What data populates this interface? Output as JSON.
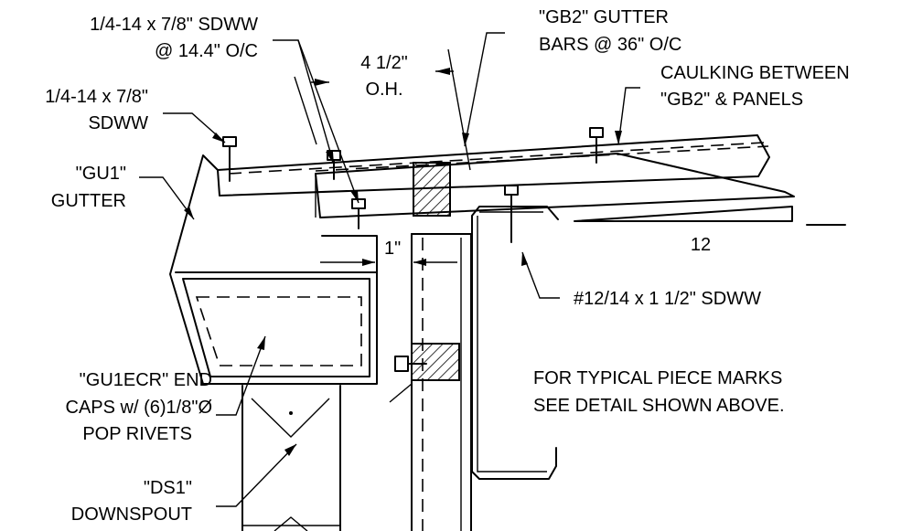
{
  "labels": {
    "sdww_spacing_1": "1/4-14 x 7/8\" SDWW",
    "sdww_spacing_2": "@ 14.4\" O/C",
    "overhang_1": "4 1/2\"",
    "overhang_2": "O.H.",
    "gutter_bars_1": "\"GB2\" GUTTER",
    "gutter_bars_2": "BARS @ 36\" O/C",
    "caulking_1": "CAULKING BETWEEN",
    "caulking_2": "\"GB2\" & PANELS",
    "sdww_1": "1/4-14 x 7/8\"",
    "sdww_2": "SDWW",
    "gutter_1": "\"GU1\"",
    "gutter_2": "GUTTER",
    "pitch": "12",
    "clearance": "1\"",
    "sdww_large": "#12/14 x 1 1/2\" SDWW",
    "endcaps_1": "\"GU1ECR\" END",
    "endcaps_2": "CAPS w/ (6)1/8\"Ø",
    "endcaps_3": "POP RIVETS",
    "note_1": "FOR TYPICAL PIECE MARKS",
    "note_2": "SEE DETAIL SHOWN ABOVE.",
    "downspout_1": "\"DS1\"",
    "downspout_2": "DOWNSPOUT"
  },
  "colors": {
    "line": "#000000",
    "background": "#ffffff"
  }
}
